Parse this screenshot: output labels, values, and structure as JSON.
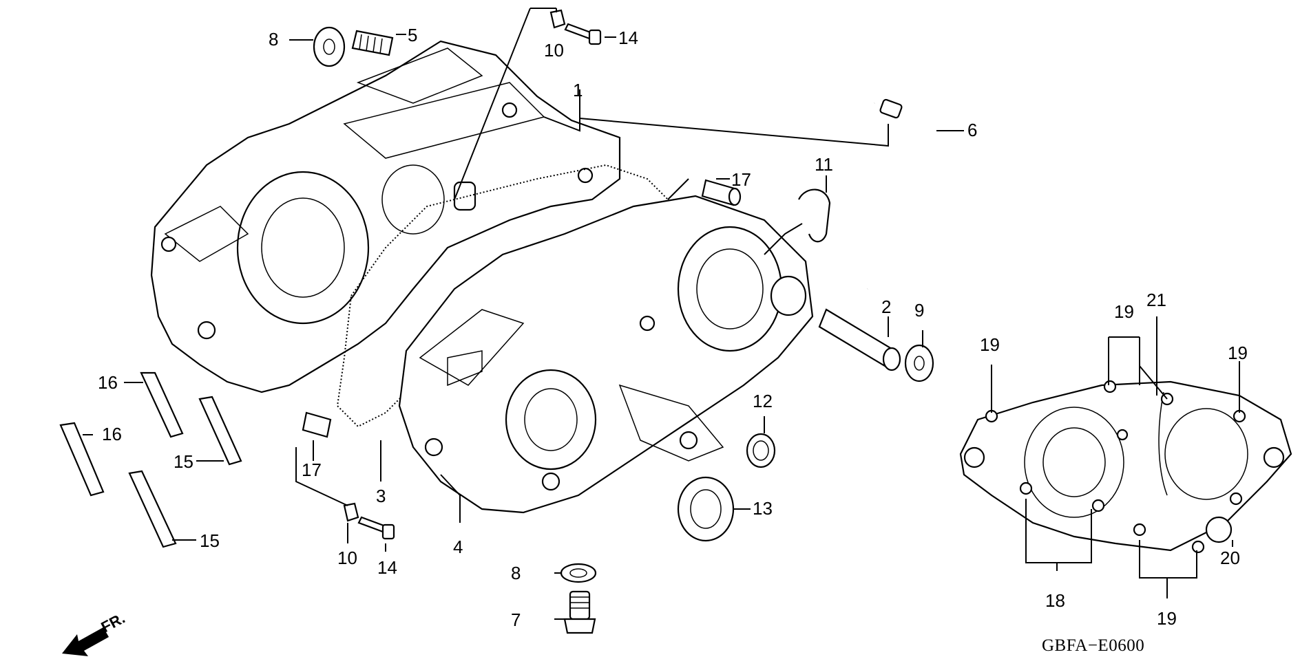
{
  "diagram": {
    "diagram_code": "GBFA−E0600",
    "direction_label": "FR.",
    "callouts": [
      "1",
      "2",
      "3",
      "4",
      "5",
      "6",
      "7",
      "8",
      "9",
      "9",
      "10",
      "10",
      "11",
      "12",
      "13",
      "14",
      "14",
      "15",
      "15",
      "16",
      "16",
      "17",
      "17",
      "18",
      "19",
      "19",
      "19",
      "19",
      "19",
      "20",
      "21"
    ]
  }
}
